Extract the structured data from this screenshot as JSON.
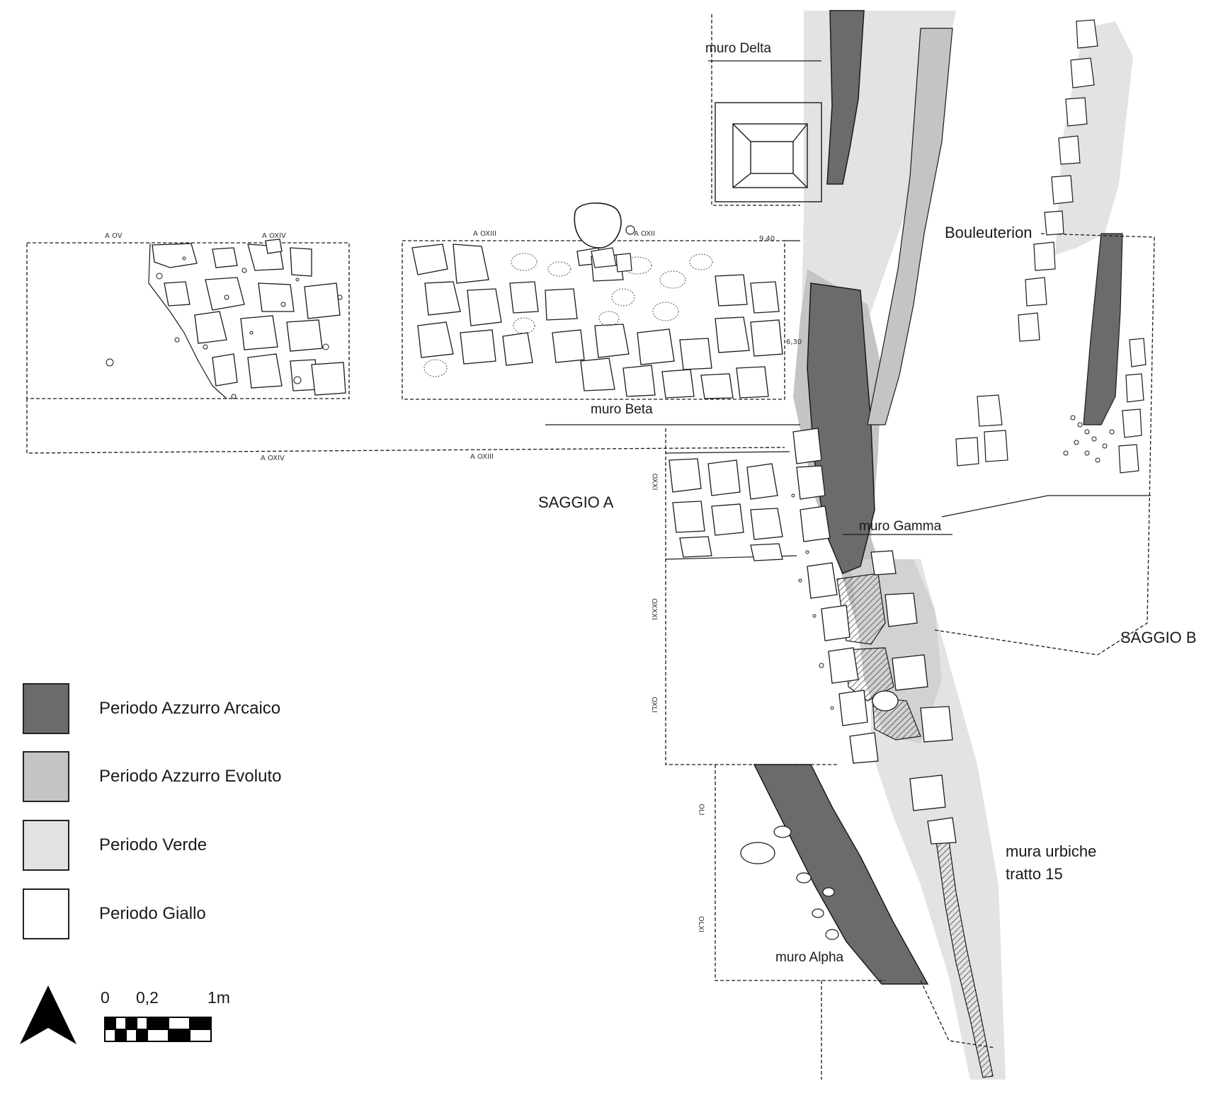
{
  "labels": {
    "muro_delta": "muro Delta",
    "bouleuterion": "Bouleuterion",
    "muro_beta": "muro Beta",
    "saggio_a": "SAGGIO A",
    "muro_gamma": "muro Gamma",
    "saggio_b": "SAGGIO B",
    "mura_urbiche_line1": "mura urbiche",
    "mura_urbiche_line2": "tratto 15",
    "muro_alpha": "muro Alpha"
  },
  "grid_labels": {
    "top_1": "A OV",
    "top_2": "A OXIV",
    "top_3": "A OXIII",
    "top_4": "A OXII",
    "bottom_1": "A OXIV",
    "bottom_2": "A OXIII",
    "side_1": "OXXI",
    "side_2": "OXXXI",
    "side_3": "OXLI",
    "side_4": "OLI",
    "side_5": "OLXI"
  },
  "elevations": {
    "e1": "9,40",
    "e2": "6,30"
  },
  "legend": {
    "items": [
      {
        "label": "Periodo Azzurro Arcaico",
        "color": "#6b6b6b"
      },
      {
        "label": "Periodo Azzurro Evoluto",
        "color": "#c4c4c4"
      },
      {
        "label": "Periodo Verde",
        "color": "#e3e3e3"
      },
      {
        "label": "Periodo Giallo",
        "color": "#ffffff"
      }
    ]
  },
  "scale": {
    "label_0": "0",
    "label_02": "0,2",
    "label_1m": "1m"
  },
  "colors": {
    "dark": "#6b6b6b",
    "mid": "#c4c4c4",
    "light": "#e3e3e3",
    "line": "#1a1a1a"
  }
}
